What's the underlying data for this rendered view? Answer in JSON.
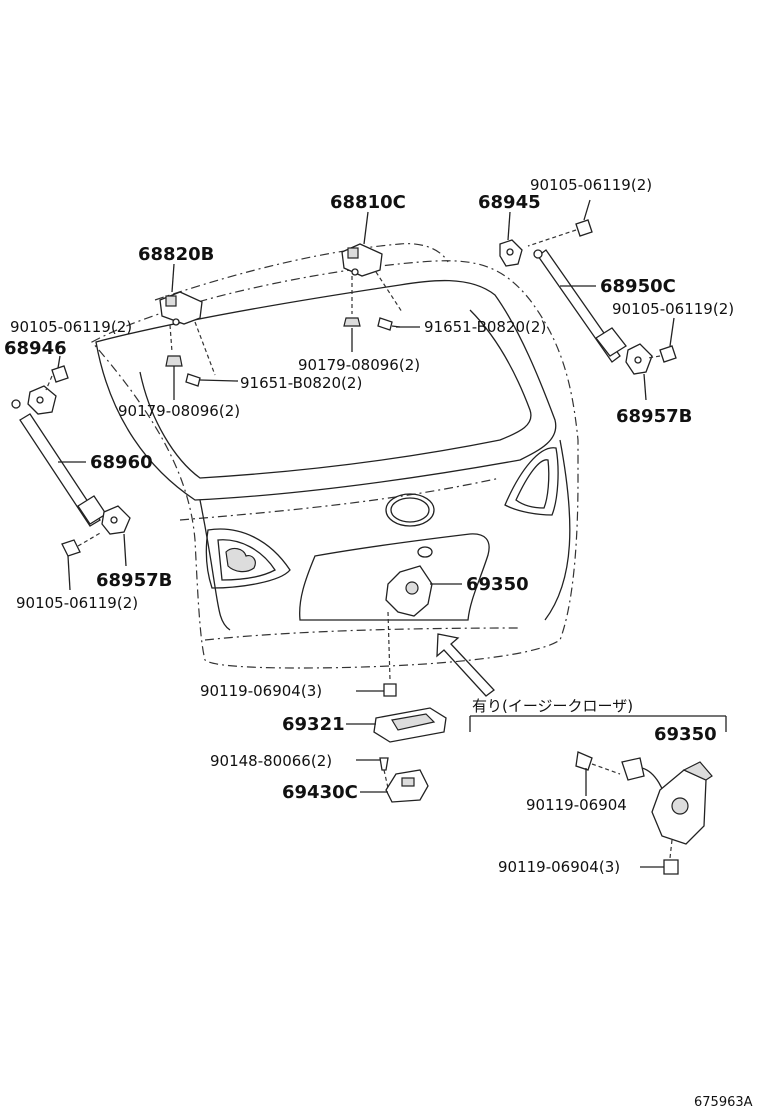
{
  "labels": {
    "p68810c": "68810C",
    "p68945": "68945",
    "p90105_tr": "90105-06119(2)",
    "p68820b": "68820B",
    "p68950c": "68950C",
    "p90105_r2": "90105-06119(2)",
    "p90105_l": "90105-06119(2)",
    "p91651_t": "91651-B0820(2)",
    "p68946": "68946",
    "p90179_t": "90179-08096(2)",
    "p91651_b": "91651-B0820(2)",
    "p90179_b": "90179-08096(2)",
    "p68957b_r": "68957B",
    "p68960": "68960",
    "p69350": "69350",
    "p68957b_l": "68957B",
    "p90105_bl": "90105-06119(2)",
    "p90119_3": "90119-06904(3)",
    "note": "有り(イージークローザ)",
    "p69321": "69321",
    "p69350_b": "69350",
    "p90148": "90148-80066(2)",
    "p69430c": "69430C",
    "p90119_s": "90119-06904",
    "p90119_3b": "90119-06904(3)",
    "catalog_id": "675963A"
  }
}
